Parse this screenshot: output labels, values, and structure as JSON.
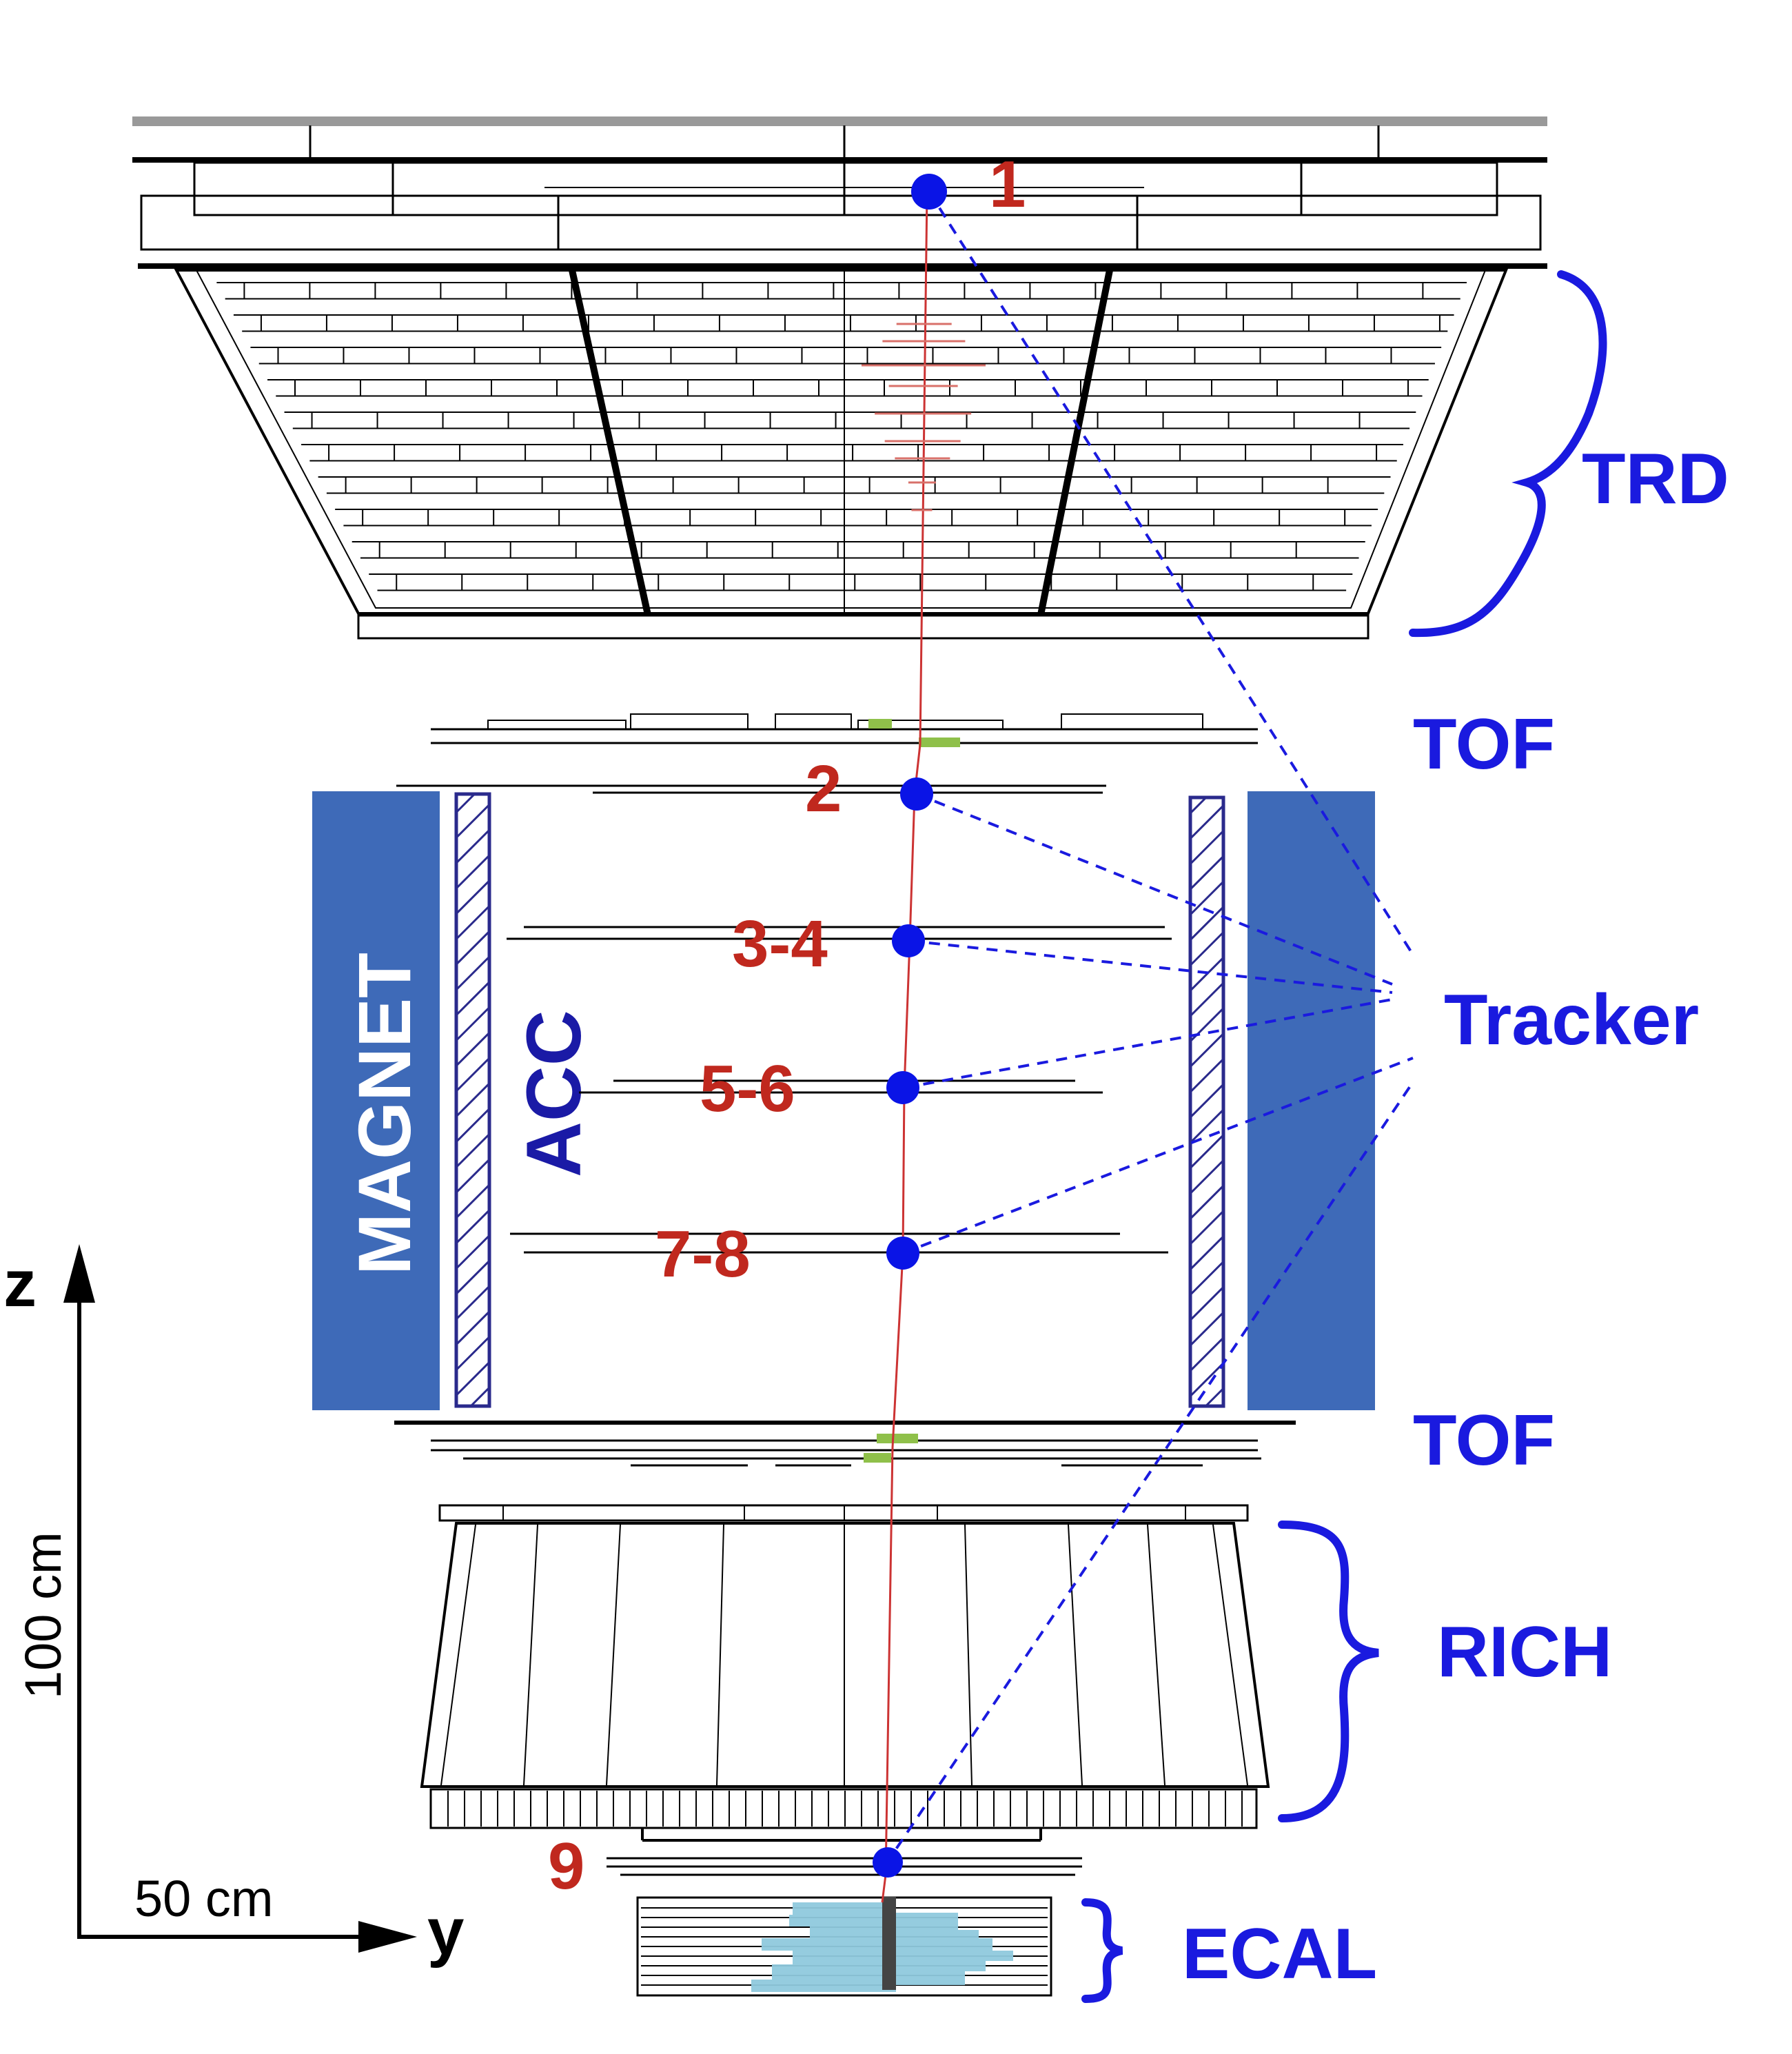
{
  "colors": {
    "subdetector_label": "#1a1adf",
    "hit_number": "#c0281e",
    "hit_point": "#0a14e6",
    "track": "#cc3333",
    "magnet": "#3e6ab8",
    "acc_hatch": "#2a2a8c",
    "tof_paddle_hit": "#8fc04a",
    "ecal_shower": "#8fc9dd",
    "detector_lines": "#000000"
  },
  "labels": {
    "trd": "TRD",
    "tof_upper": "TOF",
    "tracker": "Tracker",
    "tof_lower": "TOF",
    "rich": "RICH",
    "ecal": "ECAL",
    "magnet": "MAGNET",
    "acc": "ACC"
  },
  "hits": [
    {
      "id": "1",
      "label": "1"
    },
    {
      "id": "2",
      "label": "2"
    },
    {
      "id": "3-4",
      "label": "3-4"
    },
    {
      "id": "5-6",
      "label": "5-6"
    },
    {
      "id": "7-8",
      "label": "7-8"
    },
    {
      "id": "9",
      "label": "9"
    }
  ],
  "axes": {
    "z_label": "z",
    "y_label": "y",
    "z_scale": "100 cm",
    "y_scale": "50 cm"
  }
}
